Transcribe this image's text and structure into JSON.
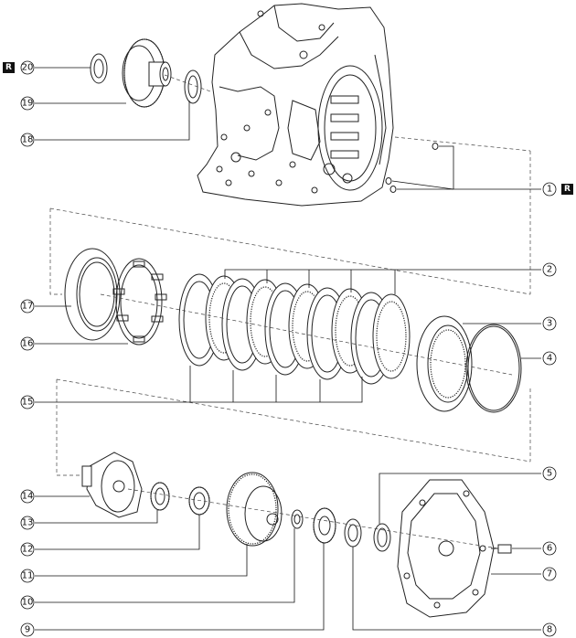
{
  "callouts": [
    {
      "id": "c1",
      "number": "1"
    },
    {
      "id": "c2",
      "number": "2"
    },
    {
      "id": "c3",
      "number": "3"
    },
    {
      "id": "c4",
      "number": "4"
    },
    {
      "id": "c5",
      "number": "5"
    },
    {
      "id": "c6",
      "number": "6"
    },
    {
      "id": "c7",
      "number": "7"
    },
    {
      "id": "c8",
      "number": "8"
    },
    {
      "id": "c9",
      "number": "9"
    },
    {
      "id": "c10",
      "number": "10"
    },
    {
      "id": "c11",
      "number": "11"
    },
    {
      "id": "c12",
      "number": "12"
    },
    {
      "id": "c13",
      "number": "13"
    },
    {
      "id": "c14",
      "number": "14"
    },
    {
      "id": "c15",
      "number": "15"
    },
    {
      "id": "c16",
      "number": "16"
    },
    {
      "id": "c17",
      "number": "17"
    },
    {
      "id": "c18",
      "number": "18"
    },
    {
      "id": "c19",
      "number": "19"
    },
    {
      "id": "c20",
      "number": "20"
    }
  ],
  "badges": {
    "replace_top_left": "R",
    "replace_right": "R"
  }
}
